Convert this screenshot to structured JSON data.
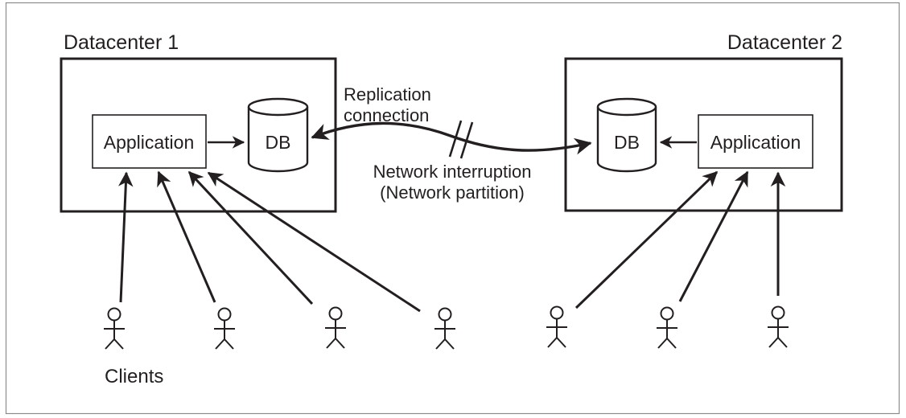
{
  "figure": {
    "type": "architecture-diagram",
    "datacenter1": {
      "title": "Datacenter 1",
      "application": "Application",
      "db": "DB"
    },
    "datacenter2": {
      "title": "Datacenter 2",
      "application": "Application",
      "db": "DB"
    },
    "replication_connection": {
      "line1": "Replication",
      "line2": "connection"
    },
    "network_interruption": {
      "line1": "Network interruption",
      "line2": "(Network partition)"
    },
    "clients_label": "Clients",
    "client_counts": {
      "datacenter1_clients": 4,
      "datacenter2_clients": 3
    },
    "colors": {
      "ink": "#231f20",
      "frame": "#8c8c8c",
      "background": "#ffffff"
    }
  }
}
